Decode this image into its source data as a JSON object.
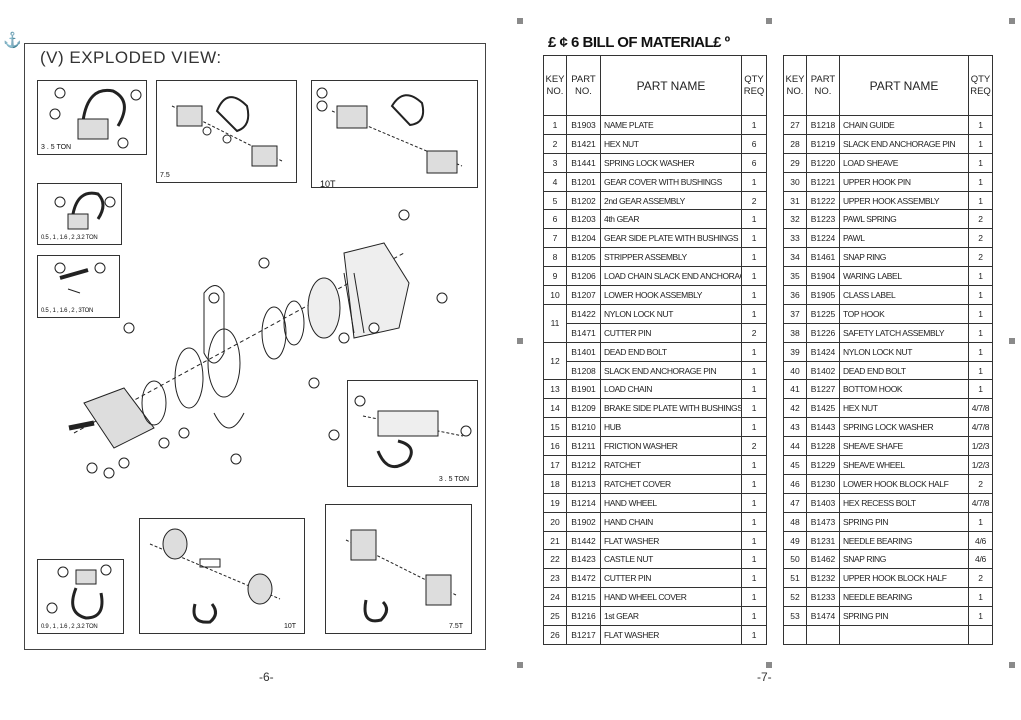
{
  "left_page": {
    "title": "(V) EXPLODED VIEW:",
    "page_number": "-6-",
    "panels": [
      {
        "label": "3 . 5 TON"
      },
      {
        "label": "7.5"
      },
      {
        "label": "10T"
      },
      {
        "label": "0.5 , 1 , 1.6 , 2 ,3.2 TON"
      },
      {
        "label": "0.5 , 1 , 1.6 , 2 , 3TON"
      },
      {
        "label": "3 . 5 TON"
      },
      {
        "label": "0.9 , 1 , 1.6 , 2 ,3.2 TON"
      },
      {
        "label": "10T"
      },
      {
        "label": "7.5T"
      }
    ]
  },
  "right_page": {
    "title": "£ ¢ 6 BILL OF MATERIAL£ º",
    "page_number": "-7-",
    "headers": {
      "key": "KEY NO.",
      "part": "PART NO.",
      "name": "PART NAME",
      "qty": "QTY REQ"
    },
    "left_table": [
      [
        "1",
        "B1903",
        "NAME PLATE",
        "1"
      ],
      [
        "2",
        "B1421",
        "HEX NUT",
        "6"
      ],
      [
        "3",
        "B1441",
        "SPRING LOCK WASHER",
        "6"
      ],
      [
        "4",
        "B1201",
        "GEAR COVER WITH BUSHINGS",
        "1"
      ],
      [
        "5",
        "B1202",
        "2nd GEAR ASSEMBLY",
        "2"
      ],
      [
        "6",
        "B1203",
        "4th GEAR",
        "1"
      ],
      [
        "7",
        "B1204",
        "GEAR SIDE PLATE WITH BUSHINGS",
        "1"
      ],
      [
        "8",
        "B1205",
        "STRIPPER ASSEMBLY",
        "1"
      ],
      [
        "9",
        "B1206",
        "LOAD CHAIN SLACK END ANCHORAGE",
        "1"
      ],
      [
        "10",
        "B1207",
        "LOWER HOOK ASSEMBLY",
        "1"
      ],
      [
        "11",
        "B1422",
        "NYLON LOCK NUT",
        "1"
      ],
      [
        "",
        "B1471",
        "CUTTER PIN",
        "2"
      ],
      [
        "12",
        "B1401",
        "DEAD END BOLT",
        "1"
      ],
      [
        "",
        "B1208",
        "SLACK END ANCHORAGE PIN",
        "1"
      ],
      [
        "13",
        "B1901",
        "LOAD CHAIN",
        "1"
      ],
      [
        "14",
        "B1209",
        "BRAKE SIDE PLATE WITH BUSHINGS",
        "1"
      ],
      [
        "15",
        "B1210",
        "HUB",
        "1"
      ],
      [
        "16",
        "B1211",
        "FRICTION WASHER",
        "2"
      ],
      [
        "17",
        "B1212",
        "RATCHET",
        "1"
      ],
      [
        "18",
        "B1213",
        "RATCHET COVER",
        "1"
      ],
      [
        "19",
        "B1214",
        "HAND WHEEL",
        "1"
      ],
      [
        "20",
        "B1902",
        "HAND CHAIN",
        "1"
      ],
      [
        "21",
        "B1442",
        "FLAT WASHER",
        "1"
      ],
      [
        "22",
        "B1423",
        "CASTLE NUT",
        "1"
      ],
      [
        "23",
        "B1472",
        "CUTTER PIN",
        "1"
      ],
      [
        "24",
        "B1215",
        "HAND WHEEL COVER",
        "1"
      ],
      [
        "25",
        "B1216",
        "1st GEAR",
        "1"
      ],
      [
        "26",
        "B1217",
        "FLAT WASHER",
        "1"
      ]
    ],
    "right_table": [
      [
        "27",
        "B1218",
        "CHAIN GUIDE",
        "1"
      ],
      [
        "28",
        "B1219",
        "SLACK END ANCHORAGE PIN",
        "1"
      ],
      [
        "29",
        "B1220",
        "LOAD SHEAVE",
        "1"
      ],
      [
        "30",
        "B1221",
        "UPPER HOOK PIN",
        "1"
      ],
      [
        "31",
        "B1222",
        "UPPER HOOK ASSEMBLY",
        "1"
      ],
      [
        "32",
        "B1223",
        "PAWL SPRING",
        "2"
      ],
      [
        "33",
        "B1224",
        "PAWL",
        "2"
      ],
      [
        "34",
        "B1461",
        "SNAP RING",
        "2"
      ],
      [
        "35",
        "B1904",
        "WARING LABEL",
        "1"
      ],
      [
        "36",
        "B1905",
        "CLASS LABEL",
        "1"
      ],
      [
        "37",
        "B1225",
        "TOP HOOK",
        "1"
      ],
      [
        "38",
        "B1226",
        "SAFETY LATCH ASSEMBLY",
        "1"
      ],
      [
        "39",
        "B1424",
        "NYLON LOCK NUT",
        "1"
      ],
      [
        "40",
        "B1402",
        "DEAD END BOLT",
        "1"
      ],
      [
        "41",
        "B1227",
        "BOTTOM HOOK",
        "1"
      ],
      [
        "42",
        "B1425",
        "HEX NUT",
        "4/7/8"
      ],
      [
        "43",
        "B1443",
        "SPRING LOCK WASHER",
        "4/7/8"
      ],
      [
        "44",
        "B1228",
        "SHEAVE SHAFE",
        "1/2/3"
      ],
      [
        "45",
        "B1229",
        "SHEAVE WHEEL",
        "1/2/3"
      ],
      [
        "46",
        "B1230",
        "LOWER HOOK BLOCK HALF",
        "2"
      ],
      [
        "47",
        "B1403",
        "HEX RECESS BOLT",
        "4/7/8"
      ],
      [
        "48",
        "B1473",
        "SPRING PIN",
        "1"
      ],
      [
        "49",
        "B1231",
        "NEEDLE BEARING",
        "4/6"
      ],
      [
        "50",
        "B1462",
        "SNAP RING",
        "4/6"
      ],
      [
        "51",
        "B1232",
        "UPPER HOOK BLOCK HALF",
        "2"
      ],
      [
        "52",
        "B1233",
        "NEEDLE BEARING",
        "1"
      ],
      [
        "53",
        "B1474",
        "SPRING PIN",
        "1"
      ],
      [
        "",
        "",
        "",
        ""
      ]
    ]
  }
}
